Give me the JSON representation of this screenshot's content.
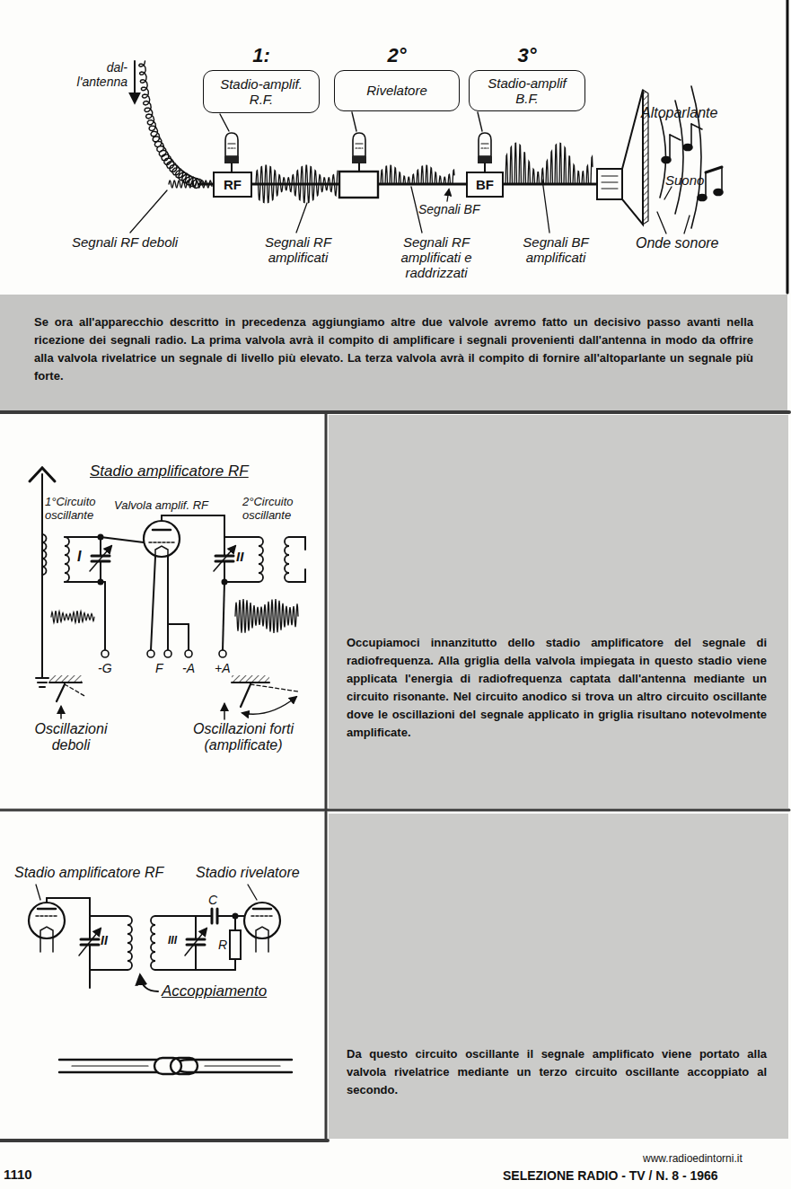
{
  "diagram": {
    "nodes": [
      {
        "text": [
          "1:",
          "Stadio-amplif. R.F."
        ]
      },
      {
        "text": [
          "2°",
          "Rivelatore"
        ]
      },
      {
        "text": [
          "3°",
          "Stadio-amplif B.F."
        ]
      },
      {
        "text": [
          "RF"
        ]
      },
      {
        "text": [
          "BF"
        ]
      },
      {
        "text": [
          "Se ora all'apparecchio descritto in precedenza aggiungiamo altre due valvole avremo fatto un decisivo passo avanti nella ricezione dei segnali radio. La prima valvola avrà il compito di amplificare i segnali provenienti dall'antenna in modo da offrire alla valvola rivelatrice un segnale di livello più elevato. La terza valvola avrà il compito di fornire all'altoparlante un segnale più forte."
        ]
      },
      {
        "text": [
          "Occupiamoci innanzitutto dello stadio amplificatore del segnale di radiofrequenza. Alla griglia della valvola impiegata in questo stadio viene applicata l'energia di radiofrequenza captata dall'antenna mediante un circuito risonante. Nel circuito anodico si trova un altro circuito oscillante dove le oscillazioni del segnale applicato in griglia risultano notevolmente amplificate."
        ]
      },
      {
        "text": [
          "Da questo circuito oscillante il segnale amplificato viene portato alla valvola rivelatrice mediante un terzo circuito oscillante accoppiato al secondo."
        ]
      }
    ],
    "labels": [
      "dal- l'antenna",
      "Segnali RF deboli",
      "Segnali RF amplificati",
      "Segnali RF amplificati e raddrizzati",
      "Segnali BF",
      "Segnali BF amplificati",
      "Altoparlante",
      "Suono",
      "Onde sonore",
      "Stadio amplificatore RF",
      "1°Circuito oscillante",
      "Valvola amplif. RF",
      "2°Circuito oscillante",
      "I",
      "II",
      "-G",
      "F",
      "-A",
      "+A",
      "Oscillazioni deboli",
      "Oscillazioni forti (amplificate)",
      "Stadio amplificatore RF",
      "Stadio rivelatore",
      "II",
      "III",
      "C",
      "R",
      "Accoppiamento",
      "1110",
      "SELEZIONE RADIO - TV / N. 8 - 1966",
      "www.radioedintorni.it"
    ]
  }
}
